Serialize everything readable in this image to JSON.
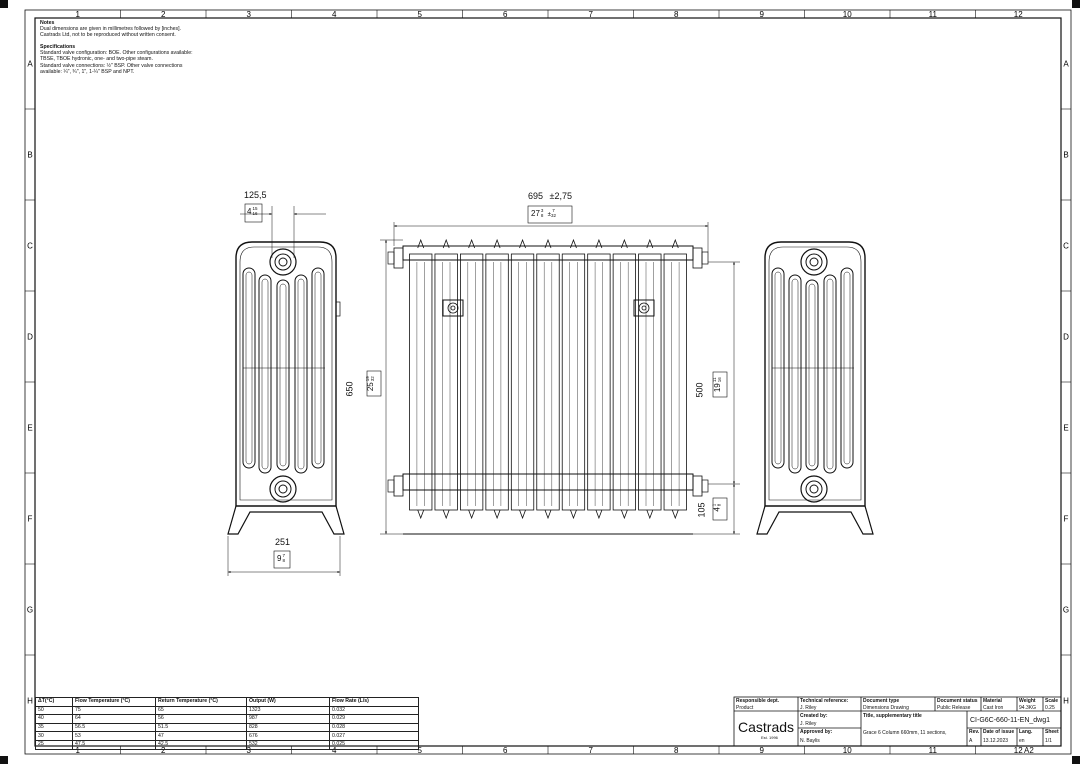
{
  "grid": {
    "columns": [
      "1",
      "2",
      "3",
      "4",
      "5",
      "6",
      "7",
      "8",
      "9",
      "10",
      "11",
      "12"
    ],
    "rows": [
      "A",
      "B",
      "C",
      "D",
      "E",
      "F",
      "G",
      "H"
    ],
    "sheet_size": "A2"
  },
  "notes": {
    "heading": "Notes",
    "lines": [
      "Dual dimensions are given in millimetres followed by [inches].",
      "Castrads Ltd, not to be reproduced without written consent."
    ],
    "spec_heading": "Specifications",
    "spec_lines": [
      "Standard valve configuration: BOE. Other configurations available:",
      "TBSE, TBOE hydronic, one- and two-pipe steam.",
      "Standard valve connections: ½\" BSP. Other valve connections",
      "available: ¼\", ¾\", 1\", 1-¼\" BSP and NPT."
    ]
  },
  "dimensions": {
    "side_depth_mm": "125,5",
    "side_depth_in": "4",
    "side_depth_in_num": "15",
    "side_depth_in_den": "16",
    "foot_width_mm": "251",
    "foot_width_in": "9",
    "foot_width_in_num": "7",
    "foot_width_in_den": "8",
    "length_mm": "695",
    "length_tol_mm": "±2,75",
    "length_in": "27",
    "length_in_num": "3",
    "length_in_den": "8",
    "length_tol_in": "±",
    "length_tol_in_num": "7",
    "length_tol_in_den": "32",
    "height_mm": "650",
    "height_in": "25",
    "height_in_num": "19",
    "height_in_den": "32",
    "centres_mm": "500",
    "centres_in": "19",
    "centres_in_num": "11",
    "centres_in_den": "16",
    "floor_mm": "105",
    "floor_in": "4",
    "floor_in_num": "1",
    "floor_in_den": "8"
  },
  "performance_table": {
    "headers": [
      "ΔT(°C)",
      "Flow Temperature (°C)",
      "Return Temperature (°C)",
      "Output (W)",
      "Flow Rate (L/s)"
    ],
    "rows": [
      [
        "50",
        "75",
        "65",
        "1323",
        "0.032"
      ],
      [
        "40",
        "64",
        "56",
        "987",
        "0.029"
      ],
      [
        "35",
        "56.5",
        "51.5",
        "828",
        "0.028"
      ],
      [
        "30",
        "53",
        "47",
        "676",
        "0.027"
      ],
      [
        "25",
        "47.5",
        "42.5",
        "532",
        "0.025"
      ]
    ]
  },
  "title_block": {
    "responsible_dept_label": "Responsible dept.",
    "responsible_dept": "Product",
    "technical_ref_label": "Technical reference:",
    "technical_ref": "J. Riley",
    "document_type_label": "Document type",
    "document_type": "Dimensions Drawing",
    "document_status_label": "Document status",
    "document_status": "Public Release",
    "material_label": "Material",
    "material": "Cast Iron",
    "weight_label": "Weight",
    "weight": "94.3KG",
    "scale_label": "Scale",
    "scale": "0.25",
    "brand": "Castrads",
    "brand_sub": "Est. 1996",
    "created_by_label": "Created by:",
    "created_by": "J. Riley",
    "title_label": "Title, supplementary title",
    "title": "Grace 6 Column 660mm, 11 sections,",
    "approved_by_label": "Approved by:",
    "approved_by": "N. Baylis",
    "doc_number": "CI-G6C-660-11-EN_dwg1",
    "rev_label": "Rev.",
    "rev": "A",
    "date_label": "Date of issue",
    "date": "13.12.2023",
    "lang_label": "Lang.",
    "lang": "en",
    "sheet_label": "Sheet",
    "sheet": "1/1"
  }
}
